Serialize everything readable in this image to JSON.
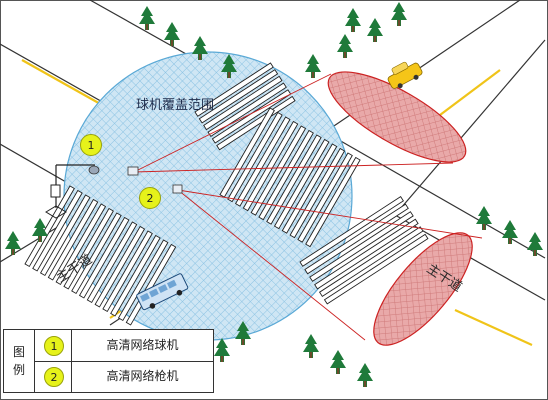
{
  "labels": {
    "coverage": "球机覆盖范围",
    "road_left": "主干道",
    "road_right": "主干道"
  },
  "markers": {
    "dome_number": "1",
    "bullet_number": "2"
  },
  "legend": {
    "title_line1": "图",
    "title_line2": "例",
    "items": [
      {
        "number": "1",
        "text": "高清网络球机"
      },
      {
        "number": "2",
        "text": "高清网络枪机"
      }
    ]
  },
  "colors": {
    "coverage_fill": "#bcdcee",
    "coverage_stroke": "#5aa9d6",
    "cone_fill": "#d98a8a",
    "cone_stroke": "#cc2222",
    "marker_fill": "#e6f21a",
    "tree": "#1f7a3a",
    "center_line": "#f0c419"
  }
}
